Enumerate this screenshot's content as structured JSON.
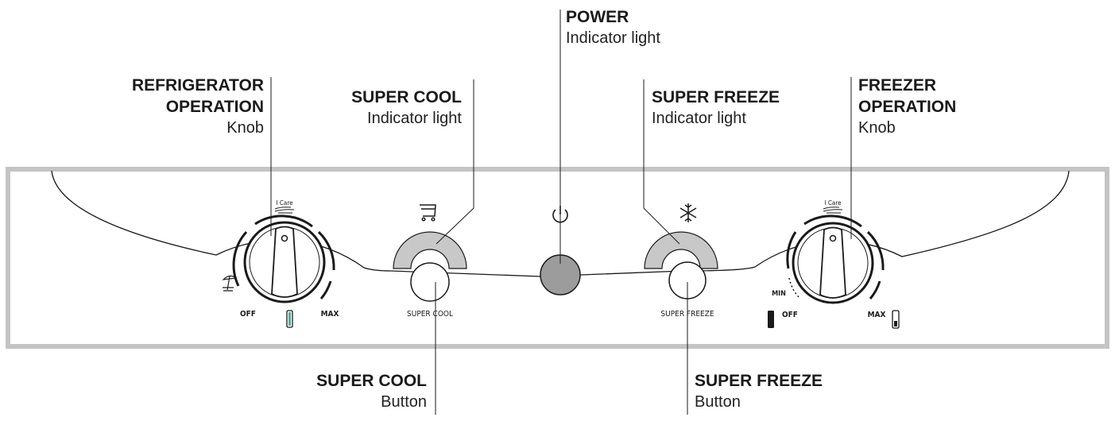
{
  "callouts": {
    "refrigerator_operation": {
      "title_1": "REFRIGERATOR",
      "title_2": "OPERATION",
      "sub": "Knob"
    },
    "super_cool_light": {
      "title": "SUPER COOL",
      "sub": "Indicator light"
    },
    "power": {
      "title": "POWER",
      "sub": "Indicator light"
    },
    "super_freeze_light": {
      "title": "SUPER FREEZE",
      "sub": "Indicator light"
    },
    "freezer_operation": {
      "title_1": "FREEZER",
      "title_2": "OPERATION",
      "sub": "Knob"
    },
    "super_cool_button": {
      "title": "SUPER COOL",
      "sub": "Button"
    },
    "super_freeze_button": {
      "title": "SUPER FREEZE",
      "sub": "Button"
    }
  },
  "panel": {
    "left_knob": {
      "top_label": "I Care",
      "off_label": "OFF",
      "max_label": "MAX"
    },
    "super_cool_button_label": "SUPER COOL",
    "super_freeze_button_label": "SUPER FREEZE",
    "right_knob": {
      "top_label": "I Care",
      "min_label": "MIN",
      "off_label": "OFF",
      "max_label": "MAX"
    }
  },
  "icons": {
    "super_cool": "shopping-cart-icon",
    "power": "power-icon",
    "super_freeze": "snowflake-icon",
    "holiday": "beach-umbrella-icon",
    "hand": "hand-icon"
  },
  "colors": {
    "frame": "#c4c4c4",
    "arc_light": "#c8c8c8",
    "power_light": "#9c9c9c",
    "indicator_green": "#5aa89a",
    "line": "#1a1a1a"
  }
}
